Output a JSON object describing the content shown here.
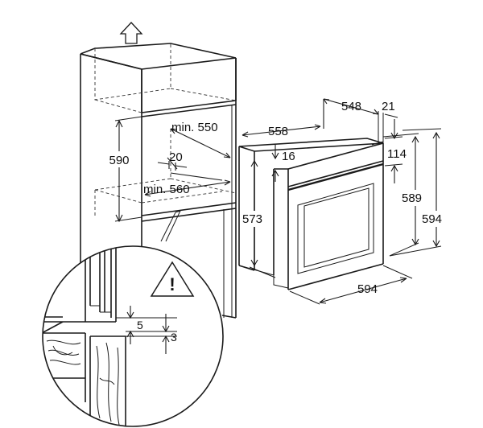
{
  "dimensions": {
    "cabinet_height": "590",
    "cabinet_depth": "min. 550",
    "cabinet_gap": "20",
    "cabinet_width": "min. 560",
    "oven_depth": "558",
    "oven_body_depth": "548",
    "oven_front_thickness": "21",
    "oven_top_offset": "16",
    "oven_front_offset": "114",
    "oven_body_height": "573",
    "oven_height_inner": "589",
    "oven_height": "594",
    "oven_width": "594",
    "detail_gap_top": "5",
    "detail_gap_bottom": "3"
  },
  "warning": {
    "symbol": "!"
  },
  "icons": [
    "up-arrow-icon",
    "warning-triangle-icon"
  ]
}
